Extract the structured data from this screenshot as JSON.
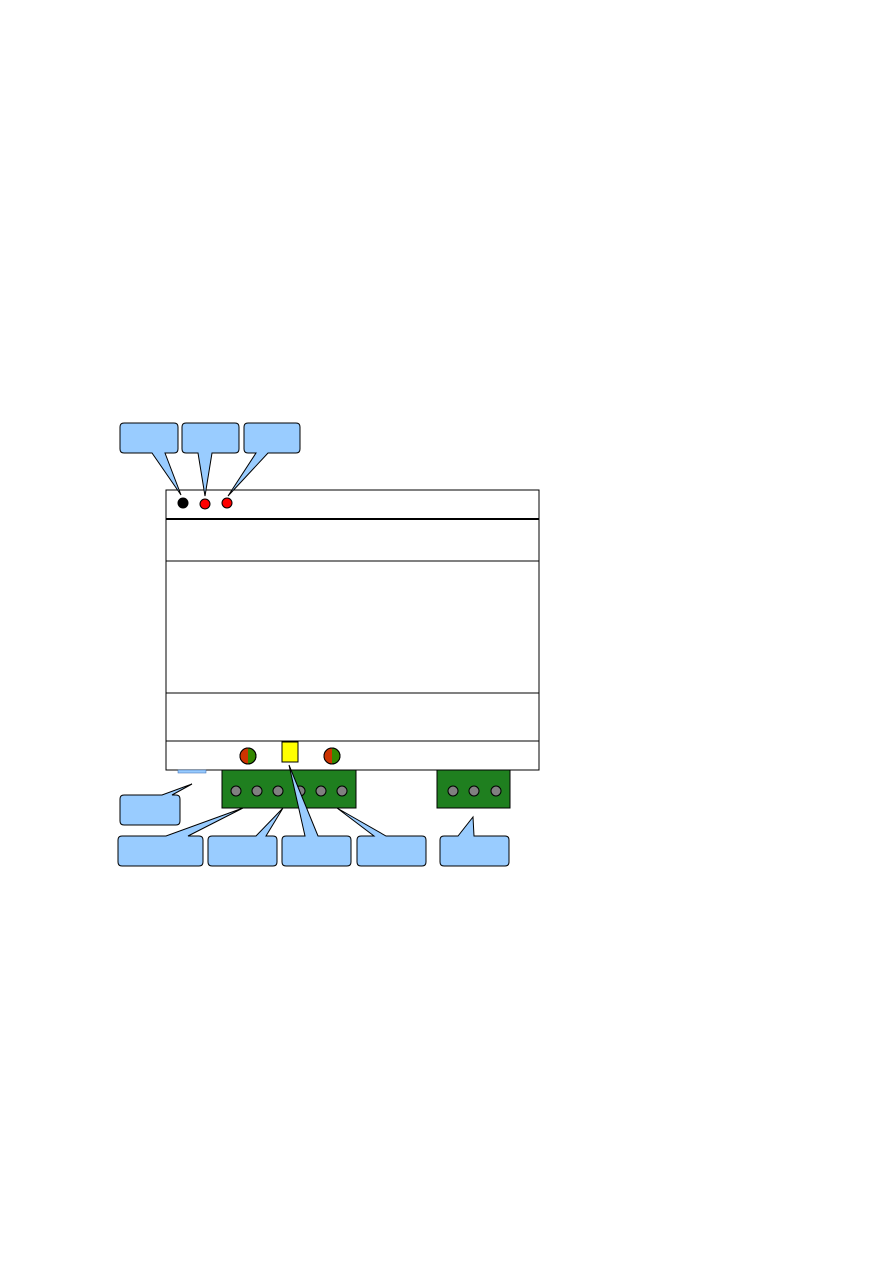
{
  "diagram": {
    "colors": {
      "callout_fill": "#99ccff",
      "outline": "#000000",
      "terminal_block": "#1f7f1f",
      "terminal_screw": "#808080",
      "led_black": "#000000",
      "led_red": "#ff0000",
      "bicolor_led_red": "#cc3300",
      "bicolor_led_green": "#338800",
      "button_yellow": "#ffff00",
      "tab_blue": "#99ccff",
      "housing": "#ffffff"
    },
    "top_leds": [
      "led_black",
      "led_red",
      "led_red"
    ],
    "top_callouts": [
      "",
      "",
      ""
    ],
    "bottom_callouts": [
      "",
      "",
      "",
      "",
      "",
      ""
    ],
    "terminal_blocks": [
      {
        "name": "main-terminal-block",
        "screw_count": 6
      },
      {
        "name": "secondary-terminal-block",
        "screw_count": 3
      }
    ],
    "front_controls": [
      "bicolor-led",
      "push-button",
      "bicolor-led"
    ]
  }
}
